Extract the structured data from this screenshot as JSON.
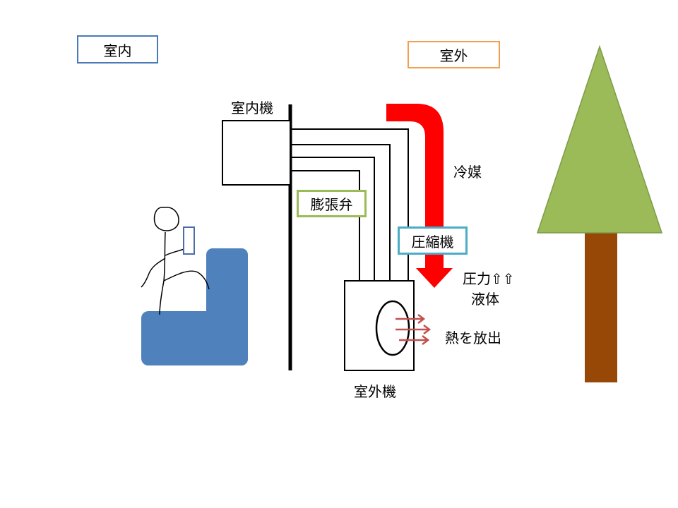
{
  "labels": {
    "indoor": "室内",
    "outdoor": "室外",
    "indoor_unit": "室内機",
    "expansion_valve": "膨張弁",
    "compressor": "圧縮機",
    "refrigerant": "冷媒",
    "pressure": "圧力⇧⇧",
    "liquid": "液体",
    "heat_release": "熱を放出",
    "outdoor_unit": "室外機"
  },
  "colors": {
    "indoor_box_border": "#4a7ab5",
    "outdoor_box_border": "#f0a050",
    "valve_box_border": "#9bbb59",
    "compressor_box_border": "#4bacc6",
    "flow_arrow": "#ff0000",
    "heat_arrows": "#c0504d",
    "chair": "#4f81bd",
    "tree_foliage": "#9bbb59",
    "tree_trunk": "#974806"
  }
}
